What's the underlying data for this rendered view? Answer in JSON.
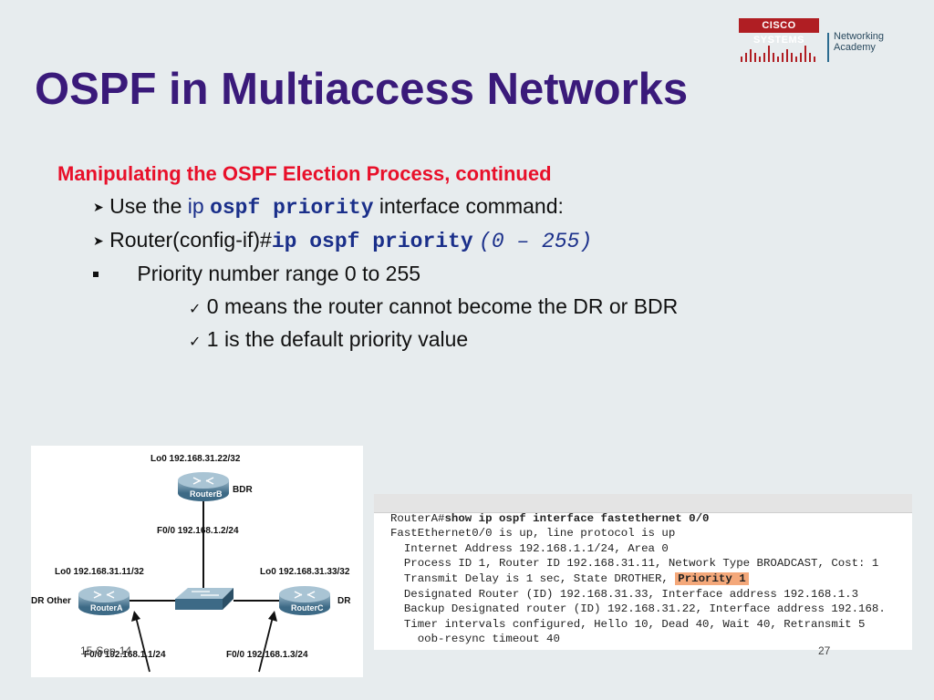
{
  "logo": {
    "brand": "CISCO SYSTEMS",
    "line1": "Networking",
    "line2": "Academy"
  },
  "slide": {
    "title": "OSPF in Multiaccess Networks",
    "subtitle": "Manipulating the OSPF Election Process, continued",
    "b1_pre": "Use the ",
    "b1_ip": "ip",
    "b1_cmd": "ospf priority",
    "b1_post": "interface command:",
    "b2_pre": "Router(config-if)#",
    "b2_cmd": "ip ospf priority",
    "b2_range": "(0 – 255)",
    "b3": "Priority number range 0 to 255",
    "c1": "0 means the router cannot become the DR or BDR",
    "c2": "1 is the default priority value"
  },
  "diagram": {
    "routerB": "RouterB",
    "routerA": "RouterA",
    "routerC": "RouterC",
    "loB": "Lo0 192.168.31.22/32",
    "bdr": "BDR",
    "f0B": "F0/0 192.168.1.2/24",
    "loA": "Lo0 192.168.31.11/32",
    "loC": "Lo0 192.168.31.33/32",
    "drOther": "DR Other",
    "dr": "DR",
    "f0A": "F0/0 192.168.1.1/24",
    "f0C": "F0/0 192.168.1.3/24"
  },
  "terminal": {
    "prompt": "RouterA#",
    "command": "show ip ospf interface fastethernet 0/0",
    "l1": "FastEthernet0/0 is up, line protocol is up",
    "l2": "  Internet Address 192.168.1.1/24, Area 0",
    "l3": "  Process ID 1, Router ID 192.168.31.11, Network Type BROADCAST, Cost: 1",
    "l4": "  Transmit Delay is 1 sec, State DROTHER, ",
    "l4_hl": "Priority 1",
    "l5": "  Designated Router (ID) 192.168.31.33, Interface address 192.168.1.3",
    "l6": "  Backup Designated router (ID) 192.168.31.22, Interface address 192.168.",
    "l7": "  Timer intervals configured, Hello 10, Dead 40, Wait 40, Retransmit 5",
    "l8": "    oob-resync timeout 40"
  },
  "footer": {
    "date": "15-Sep-14",
    "page": "27"
  },
  "colors": {
    "title": "#3a1a7a",
    "subtitle": "#e8102a",
    "command": "#1a2f8a",
    "highlight": "#f4a87a",
    "cisco_red": "#b01e23"
  }
}
